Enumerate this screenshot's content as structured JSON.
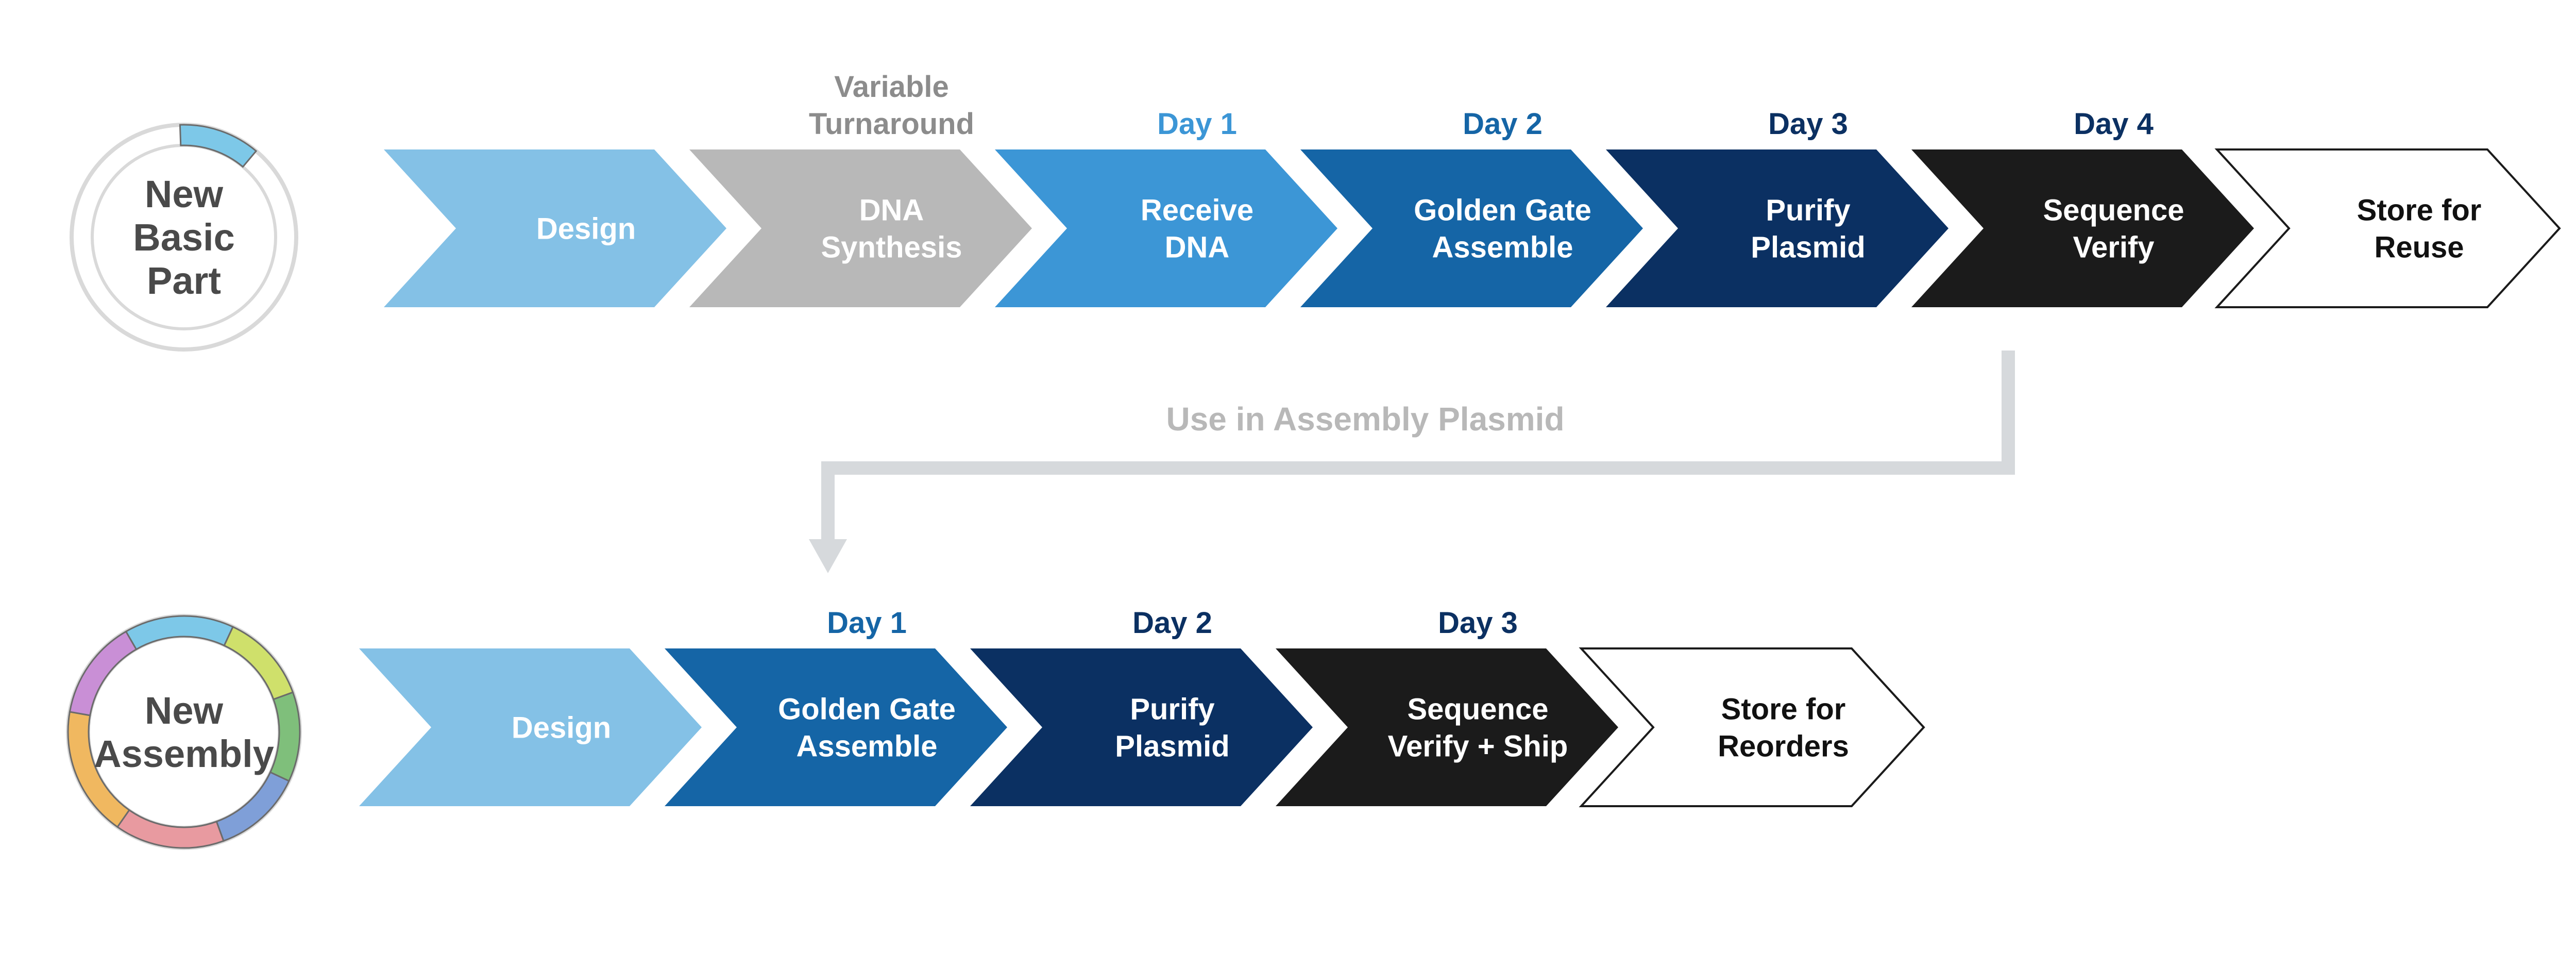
{
  "colors": {
    "design": "#84c1e6",
    "synthesis": "#b8b8b8",
    "receive": "#3c96d6",
    "golden_gate": "#1565a6",
    "purify": "#0b3062",
    "sequence": "#1b1b1b",
    "store": "#ffffff",
    "label_gray": "#8c8c8c",
    "label_light_blue": "#3c96d6",
    "label_mid_blue": "#1565a6",
    "label_navy": "#0b3062",
    "connector_gray": "#d6d9dc",
    "circle_title": "#4a4a4a"
  },
  "basic_part": {
    "title_lines": [
      "New",
      "Basic",
      "Part"
    ],
    "steps": [
      {
        "label_lines": [
          "Design"
        ],
        "day": "",
        "color_key": "design",
        "day_color_key": ""
      },
      {
        "label_lines": [
          "DNA",
          "Synthesis"
        ],
        "day_lines": [
          "Variable",
          "Turnaround"
        ],
        "color_key": "synthesis",
        "day_color_key": "label_gray"
      },
      {
        "label_lines": [
          "Receive",
          "DNA"
        ],
        "day_lines": [
          "Day 1"
        ],
        "color_key": "receive",
        "day_color_key": "label_light_blue"
      },
      {
        "label_lines": [
          "Golden Gate",
          "Assemble"
        ],
        "day_lines": [
          "Day 2"
        ],
        "color_key": "golden_gate",
        "day_color_key": "label_mid_blue"
      },
      {
        "label_lines": [
          "Purify",
          "Plasmid"
        ],
        "day_lines": [
          "Day 3"
        ],
        "color_key": "purify",
        "day_color_key": "label_navy"
      },
      {
        "label_lines": [
          "Sequence",
          "Verify"
        ],
        "day_lines": [
          "Day 4"
        ],
        "color_key": "sequence",
        "day_color_key": "label_navy"
      },
      {
        "label_lines": [
          "Store for",
          "Reuse"
        ],
        "day_lines": [],
        "color_key": "store",
        "day_color_key": ""
      }
    ]
  },
  "connector": {
    "label": "Use in Assembly Plasmid"
  },
  "assembly": {
    "title_lines": [
      "New",
      "Assembly"
    ],
    "steps": [
      {
        "label_lines": [
          "Design"
        ],
        "day_lines": [],
        "color_key": "design",
        "day_color_key": ""
      },
      {
        "label_lines": [
          "Golden Gate",
          "Assemble"
        ],
        "day_lines": [
          "Day 1"
        ],
        "color_key": "golden_gate",
        "day_color_key": "label_mid_blue"
      },
      {
        "label_lines": [
          "Purify",
          "Plasmid"
        ],
        "day_lines": [
          "Day 2"
        ],
        "color_key": "purify",
        "day_color_key": "label_navy"
      },
      {
        "label_lines": [
          "Sequence",
          "Verify + Ship"
        ],
        "day_lines": [
          "Day 3"
        ],
        "color_key": "sequence",
        "day_color_key": "label_navy"
      },
      {
        "label_lines": [
          "Store for",
          "Reorders"
        ],
        "day_lines": [],
        "color_key": "store",
        "day_color_key": ""
      }
    ]
  }
}
